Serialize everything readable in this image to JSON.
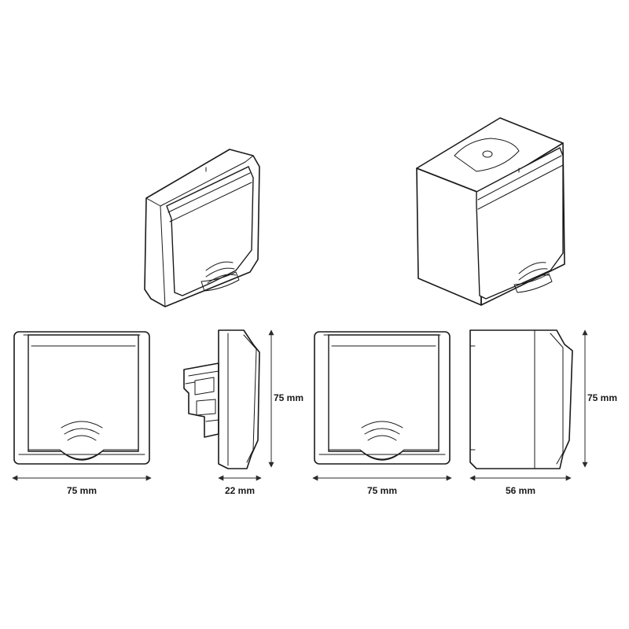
{
  "dimensions": {
    "front_small_width": "75 mm",
    "side_small_depth": "22 mm",
    "side_small_height": "75 mm",
    "front_large_width": "75 mm",
    "side_large_depth": "56 mm",
    "side_large_height": "75 mm"
  },
  "colors": {
    "line": "#1a1a1a",
    "background": "#ffffff"
  }
}
